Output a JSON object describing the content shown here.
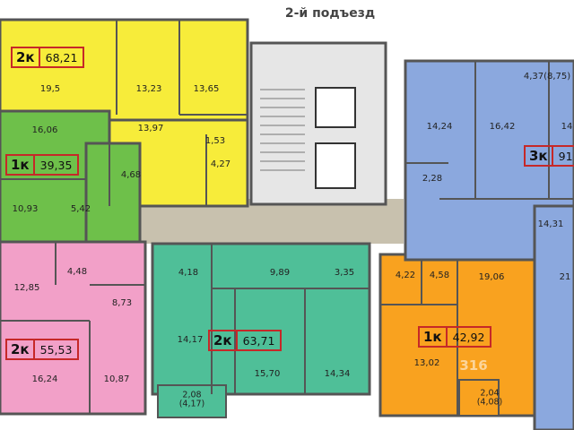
{
  "entrance": "2-й подъезд",
  "watermark": "316",
  "colors": {
    "yellow": "#f7ec3a",
    "green": "#6ec04a",
    "pink": "#f2a0c8",
    "teal": "#4fbf98",
    "orange": "#f9a21f",
    "blue": "#8ba8de",
    "corridor": "#c8c1ae",
    "wall": "#555555",
    "badge_border": "#c62828"
  },
  "apartments": [
    {
      "id": "apt-yellow",
      "type": "2к",
      "area": "68,21",
      "rooms": [
        "19,5",
        "13,23",
        "13,65",
        "13,97",
        "1,53",
        "4,27"
      ]
    },
    {
      "id": "apt-green",
      "type": "1к",
      "area": "39,35",
      "rooms": [
        "16,06",
        "4,68",
        "10,93",
        "5,42"
      ]
    },
    {
      "id": "apt-pink",
      "type": "2к",
      "area": "55,53",
      "rooms": [
        "4,48",
        "12,85",
        "8,73",
        "16,24",
        "10,87"
      ]
    },
    {
      "id": "apt-teal",
      "type": "2к",
      "area": "63,71",
      "rooms": [
        "4,18",
        "9,89",
        "3,35",
        "14,17",
        "15,70",
        "14,34",
        "2,08\n(4,17)"
      ]
    },
    {
      "id": "apt-orange",
      "type": "1к",
      "area": "42,92",
      "rooms": [
        "4,22",
        "4,58",
        "19,06",
        "13,02",
        "2,04\n(4,08)"
      ]
    },
    {
      "id": "apt-blue",
      "type": "3к",
      "area": "91",
      "rooms": [
        "4,37(8,75)",
        "14,24",
        "16,42",
        "14",
        "2,28",
        "14,31",
        "21"
      ]
    }
  ]
}
